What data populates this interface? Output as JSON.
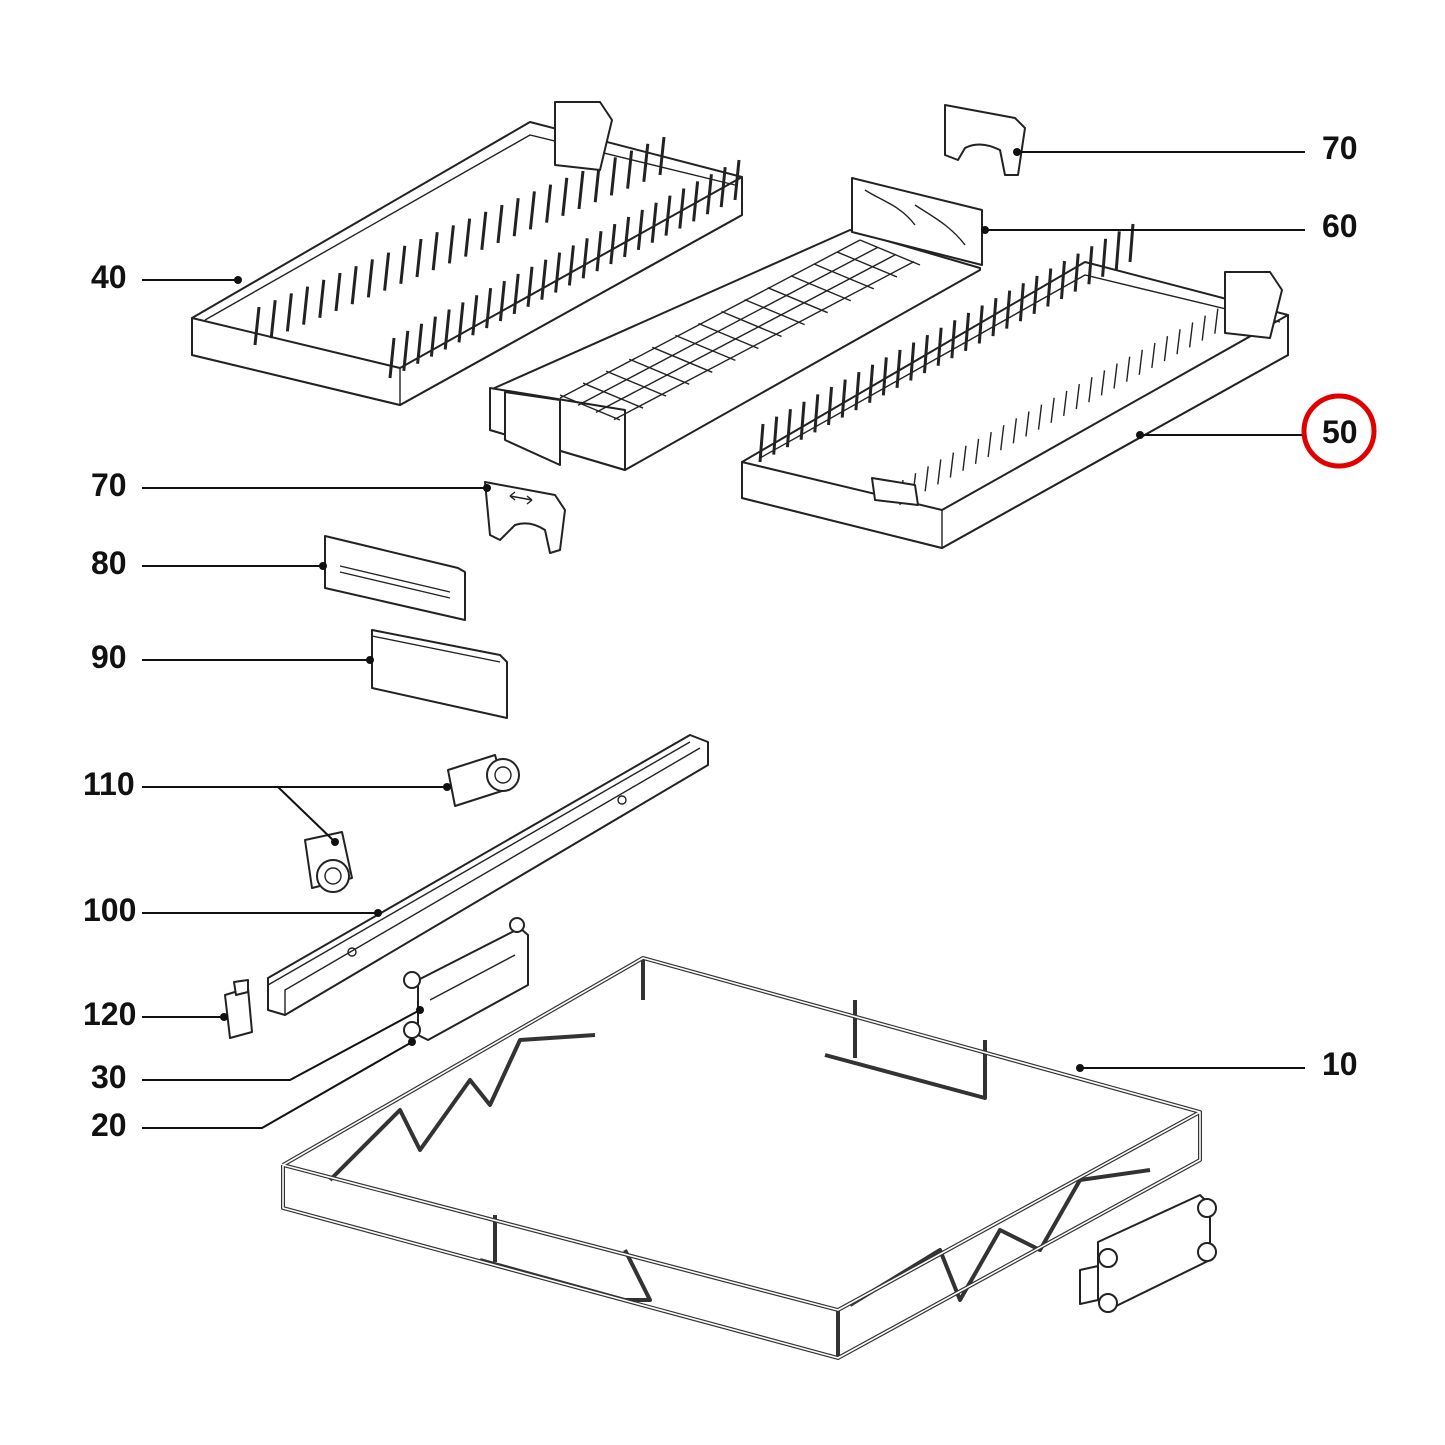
{
  "callouts": [
    {
      "id": "c70top",
      "label": "70"
    },
    {
      "id": "c60",
      "label": "60"
    },
    {
      "id": "c50",
      "label": "50",
      "highlighted": true
    },
    {
      "id": "c10",
      "label": "10"
    },
    {
      "id": "c40",
      "label": "40"
    },
    {
      "id": "c70",
      "label": "70"
    },
    {
      "id": "c80",
      "label": "80"
    },
    {
      "id": "c90",
      "label": "90"
    },
    {
      "id": "c110",
      "label": "110"
    },
    {
      "id": "c100",
      "label": "100"
    },
    {
      "id": "c120",
      "label": "120"
    },
    {
      "id": "c30",
      "label": "30"
    },
    {
      "id": "c20",
      "label": "20"
    }
  ],
  "colors": {
    "ink": "#111111",
    "highlight": "#e00000",
    "background": "#ffffff"
  }
}
